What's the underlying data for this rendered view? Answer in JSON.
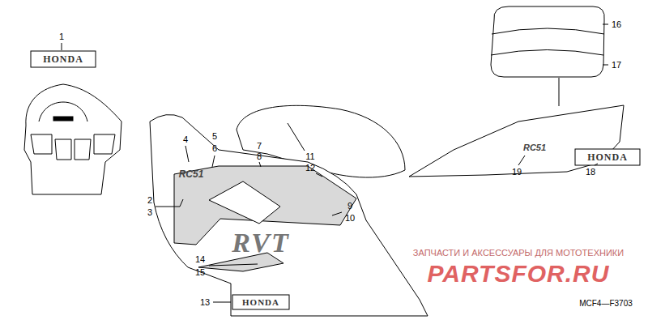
{
  "diagram": {
    "labels": [
      "1",
      "HONDA",
      "2",
      "3",
      "4",
      "RC51",
      "5",
      "6",
      "7",
      "8",
      "11",
      "12",
      "9",
      "10",
      "RVT",
      "14",
      "15",
      "13",
      "HONDA",
      "16",
      "17",
      "19",
      "RC51",
      "18",
      "HONDA",
      "ЗАПЧАСТИ И АКСЕССУАРЫ ДЛЯ МОТОТЕХНИКИ",
      "PARTSFOR.RU",
      "MCF4—F3703"
    ]
  }
}
